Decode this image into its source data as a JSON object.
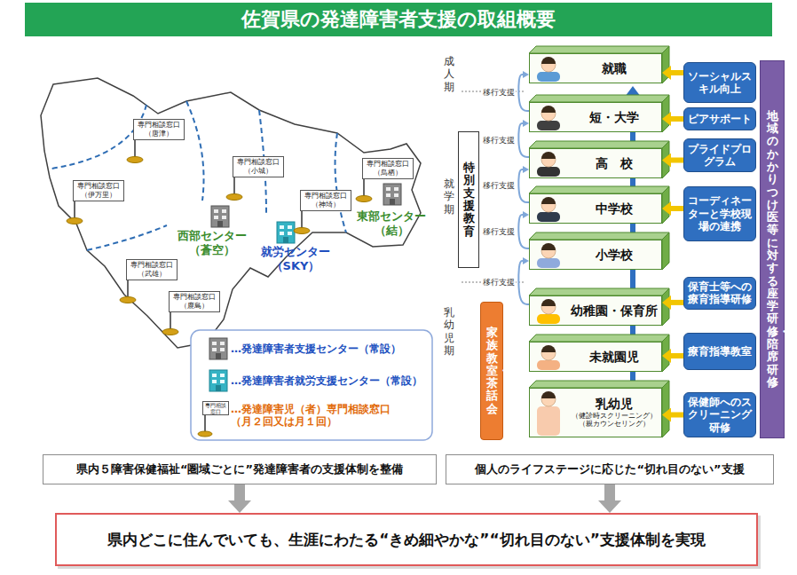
{
  "diagram": {
    "title": "佐賀県の発達障害者支援の取組概要",
    "nodes": [
      {
        "text": [
          "専門相談窓口",
          "（唐津）"
        ]
      },
      {
        "text": [
          "専門相談窓口",
          "（伊万里）"
        ]
      },
      {
        "text": [
          "専門相談窓口",
          "（小城）"
        ]
      },
      {
        "text": [
          "専門相談窓口",
          "（神埼）"
        ]
      },
      {
        "text": [
          "専門相談窓口",
          "（鳥栖）"
        ]
      },
      {
        "text": [
          "専門相談窓口",
          "（武雄）"
        ]
      },
      {
        "text": [
          "専門相談窓口",
          "（鹿島）"
        ]
      },
      {
        "text": [
          "県内５障害保健福祉“圏域ごとに”発達障害者の支援体制を整備"
        ]
      },
      {
        "text": [
          "就職"
        ]
      },
      {
        "text": [
          "短・大学"
        ]
      },
      {
        "text": [
          "高　校"
        ]
      },
      {
        "text": [
          "中学校"
        ]
      },
      {
        "text": [
          "小学校"
        ]
      },
      {
        "text": [
          "幼稚園・保育所"
        ]
      },
      {
        "text": [
          "未就園児"
        ]
      },
      {
        "text": [
          "乳幼児",
          "（健診時スクリーニング）",
          "（親カウンセリング）"
        ]
      },
      {
        "text": [
          "特別支援教育"
        ]
      },
      {
        "text": [
          "家族教室・茶話会"
        ]
      },
      {
        "text": [
          "ソーシャルスキル向上"
        ]
      },
      {
        "text": [
          "ピアサポート"
        ]
      },
      {
        "text": [
          "プライドプログラム"
        ]
      },
      {
        "text": [
          "コーディネーターと学校現場の連携"
        ]
      },
      {
        "text": [
          "保育士等への療育指導研修"
        ]
      },
      {
        "text": [
          "療育指導教室"
        ]
      },
      {
        "text": [
          "保健師へのスクリーニング研修"
        ]
      },
      {
        "text": [
          "地域のかかりつけ医等に対する座学研修・陪席研修"
        ]
      },
      {
        "text": [
          "個人のライフステージに応じた“切れ目のない”支援"
        ]
      },
      {
        "text": [
          "県内どこに住んでいても、生涯にわたる“きめ細やかな”“切れ目のない”支援体制を実現"
        ]
      }
    ],
    "edges": [
      {
        "from": 18,
        "to": 8,
        "arrow": "to"
      },
      {
        "from": 19,
        "to": 9,
        "arrow": "to"
      },
      {
        "from": 20,
        "to": 10,
        "arrow": "to"
      },
      {
        "from": 21,
        "to": 11,
        "arrow": "to"
      },
      {
        "from": 22,
        "to": 13,
        "arrow": "to"
      },
      {
        "from": 23,
        "to": 14,
        "arrow": "to"
      },
      {
        "from": 24,
        "to": 15,
        "arrow": "to"
      },
      {
        "from": 13,
        "to": 12,
        "label": "移行支援",
        "arrow": "to"
      },
      {
        "from": 12,
        "to": 11,
        "label": "移行支援",
        "arrow": "to"
      },
      {
        "from": 11,
        "to": 10,
        "label": "移行支援",
        "arrow": "to"
      },
      {
        "from": 10,
        "to": 9,
        "label": "移行支援",
        "arrow": "to"
      },
      {
        "from": 9,
        "to": 8,
        "label": "移行支援",
        "arrow": "to"
      },
      {
        "from": 7,
        "to": 27,
        "arrow": "to"
      },
      {
        "from": 26,
        "to": 27,
        "arrow": "to"
      }
    ],
    "labels": [
      "成人期",
      "就学期",
      "乳幼児期",
      "西部センター （蒼空）",
      "就労センター （SKY）",
      "東部センター （結）",
      "専門相談窓口"
    ],
    "legend": [
      {
        "text": "…発達障害者支援センター（常設）"
      },
      {
        "text": "…発達障害者就労支援センター（常設）"
      },
      {
        "text": "…発達障害児（者）専門相談窓口 （月２回又は月１回）"
      }
    ]
  }
}
